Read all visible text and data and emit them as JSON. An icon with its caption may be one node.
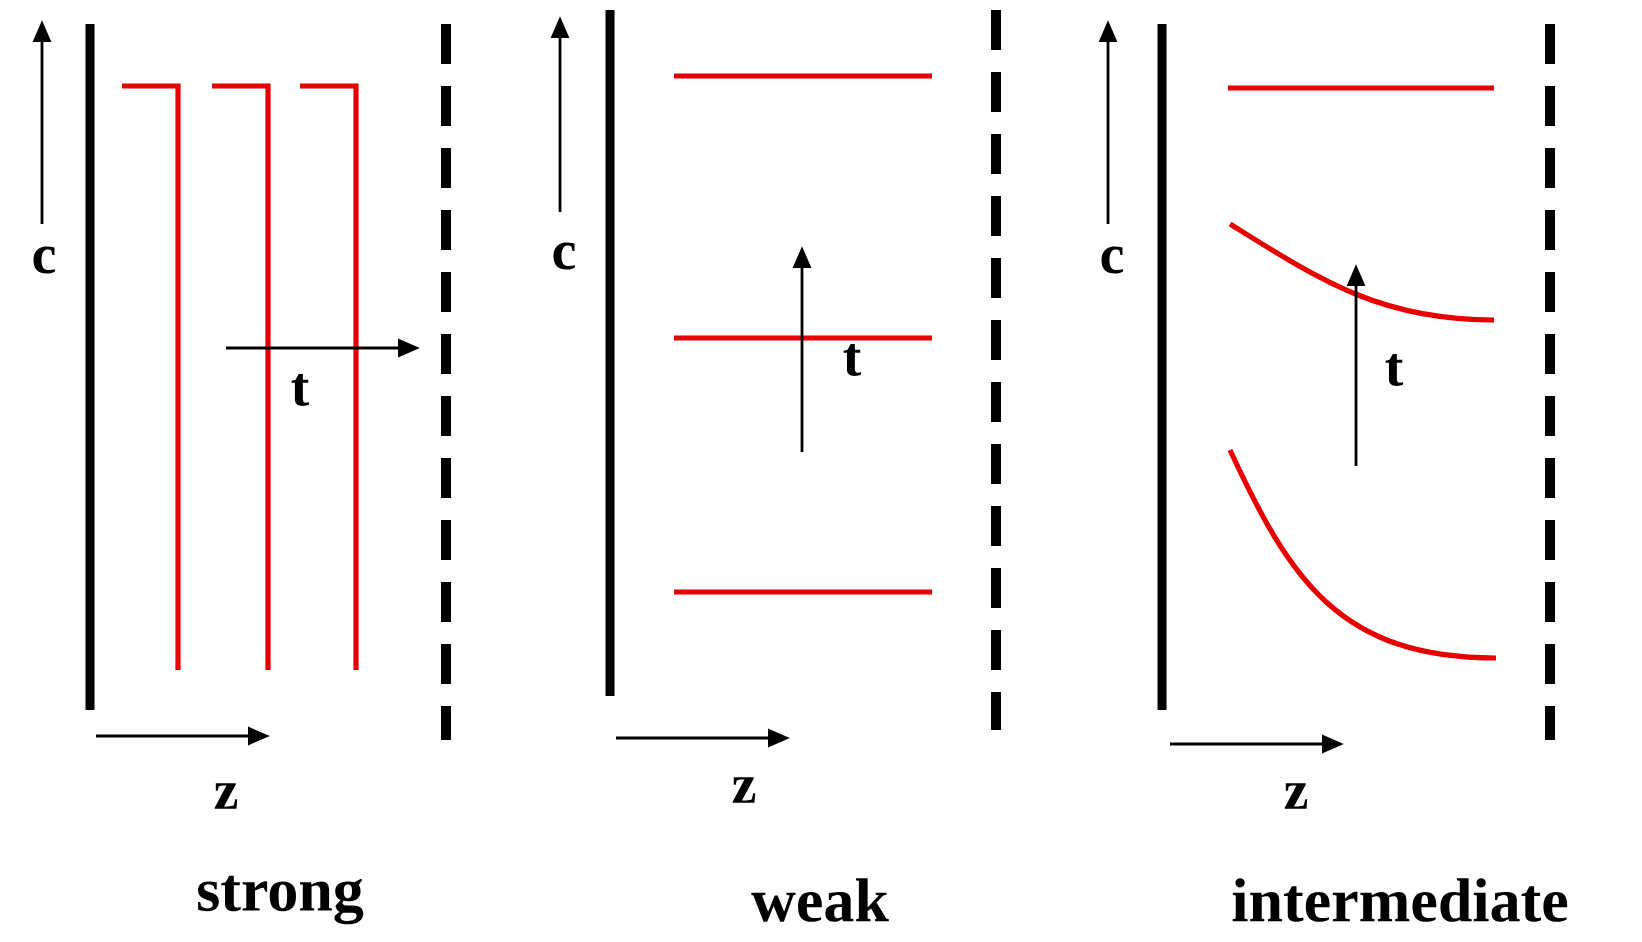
{
  "diagram": {
    "labels": [
      "c",
      "t",
      "z",
      "strong",
      "c",
      "t",
      "z",
      "weak",
      "c",
      "t",
      "z",
      "intermediate"
    ]
  }
}
